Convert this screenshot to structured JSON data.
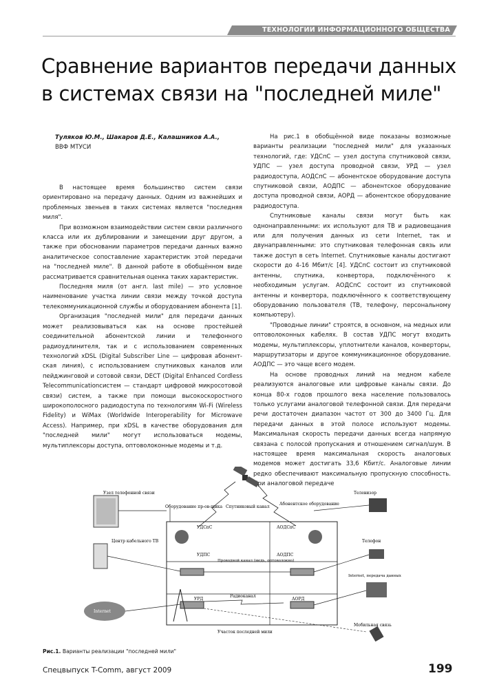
{
  "header": {
    "section": "ТЕХНОЛОГИИ ИНФОРМАЦИОННОГО ОБЩЕСТВА"
  },
  "title": {
    "line1": "Сравнение вариантов передачи данных",
    "line2": "в системах связи  на \"последней миле\""
  },
  "authors": "Туляков Ю.М., Шакаров Д.Е., Калашников А.А.,",
  "affiliation": "ВВФ МТУСИ",
  "left_column": [
    "В настоящее время большинство систем связи ориентировано на передачу данных. Одним из важнейших и проблемных звеньев в таких системах является \"последняя миля\".",
    "При возможном взаимодействии систем связи различного класса или их дублировании и замещении друг другом, а также при обосновании параметров передачи данных важно аналитическое сопоставление характеристик этой передачи на \"последней миле\". В данной работе в обобщённом виде рассматривается сравнительная оценка таких характеристик.",
    "Последняя миля (от англ. last mile) — это условное наименование участка линии связи между точкой доступа телекоммуникационной службы и оборудованием абонента [1].",
    "Организация \"последней мили\" для передачи данных может реализовываться как на основе простейшей соединительной абонентской линии и телефонного радиоудлинителя, так и с использованием современных технологий xDSL (Digital Subscriber Line — цифровая абонент-ская линия), с использованием спутниковых каналов или пейджинговой и сотовой связи, DECT (Digital Enhanced Cordless Telecommunicationсистем — стандарт цифровой микросотовой связи) систем, а также при помощи высокоскоростного широкополосного радиодоступа по технологиям Wi-Fi (Wireless Fidelity) и WiMax (Worldwide Interoperability for Microwave Access). Например, при xDSL в качестве оборудования для \"последней мили\" могут использоваться модемы, мультиплексоры доступа, оптоволоконные модемы и т.д."
  ],
  "right_column": [
    "На рис.1 в обобщённой виде показаны возможные варианты реализации \"последней мили\" для указанных технологий, где: УДСпС — узел доступа спутниковой связи, УДПС — узел доступа проводной связи, УРД — узел радиодоступа, АОДСпС — абонентское оборудование доступа спутниковой связи, АОДПС — абонентское оборудование доступа проводной связи, АОРД — абонентское оборудование радиодоступа.",
    "Спутниковые каналы связи могут быть как однонаправленными: их используют для ТВ и радиовещания или для получения данных из сети Internet, так и двунаправленными: это спутниковая телефонная связь или также доступ в сеть Internet. Спутниковые каналы достигают скорости до 4-16 Мбит/с [4]. УДСпС состоит из спутниковой антенны, спутника, конвертора, подключённого к необходимым услугам. АОДСпС состоит из спутниковой антенны и конвертора, подключённого к соответствующему оборудованию пользователя (ТВ, телефону, персональному компьютеру).",
    "\"Проводные линии\" строятся, в основном, на медных или оптоволоконных кабелях. В состав УДПС могут входить модемы, мультиплексоры, уплотнители каналов, конверторы, маршрутизаторы и другое коммуникационное оборудование. АОДПС — это чаще всего модем.",
    "На основе проводных линий на медном кабеле реализуются аналоговые или цифровые каналы связи. До конца 80-х годов прошлого века население пользовалось только услугами аналоговой телефонной связи. Для передачи речи достаточен диапазон частот от 300 до 3400 Гц. Для передачи данных в этой полосе используют модемы. Максимальная скорость передачи данных всегда напрямую связана с полосой пропускания и отношением сигнал/шум. В настоящее время максимальная скорость аналоговых модемов может достигать 33,6 Кбит/с. Аналоговые линии редко обеспечивают максимальную пропускную способность. При аналоговой передаче"
  ],
  "figure": {
    "labels": {
      "tel_node": "Узел телефонной связи",
      "user_equip_left": "Оборудование пр-ов-щика",
      "sat_channel": "Спутниковый канал",
      "user_equip_right": "Абонентское оборудование",
      "telephone_header": "Телевизор",
      "tv_center": "Центр кабельного ТВ",
      "udsps": "УДСпС",
      "aodsps": "АОДСпС",
      "udps": "УДПС",
      "aodps": "АОДПС",
      "wire_channel": "Проводной канал (медь, оптоволокно)",
      "phone": "Телефон",
      "internet_right": "Internet, передача данных",
      "internet_left": "Internet",
      "urd": "УРД",
      "radio_channel": "Радиоканал",
      "aord": "АОРД",
      "mobile": "Мобильная связь",
      "last_mile": "Участок последней мили"
    }
  },
  "caption": {
    "label": "Рис.1.",
    "text": " Варианты реализации \"последней мили\""
  },
  "footer": {
    "left": "Спецвыпуск T-Comm, август 2009",
    "page": "199"
  }
}
